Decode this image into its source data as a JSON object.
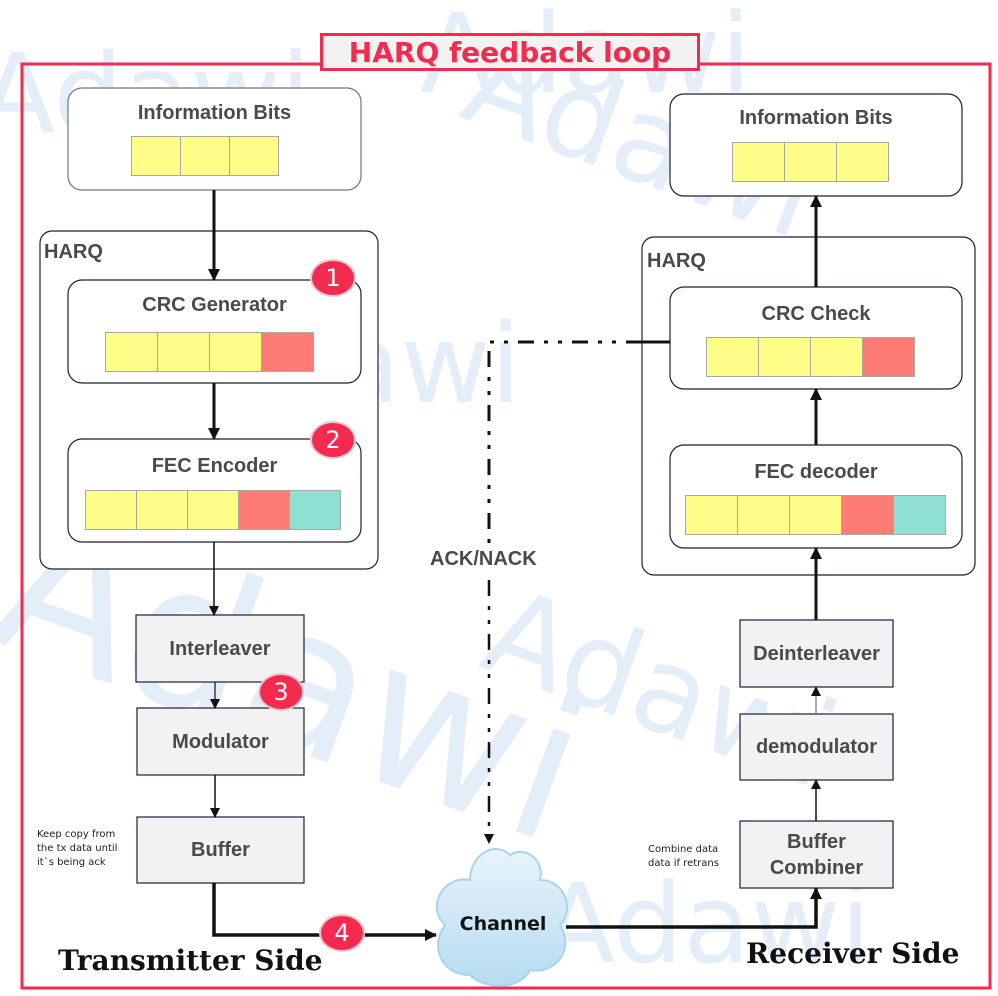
{
  "title": "HARQ feedback loop",
  "watermark": "Adawi",
  "colors": {
    "accent": "#f42a4f",
    "data_bit": "#fdfd87",
    "crc_bit": "#fe7c74",
    "fec_bit": "#8fe0d2",
    "block_fill": "#f2f2f2",
    "channel": "#bfe0f3"
  },
  "transmitter": {
    "side_label": "Transmitter Side",
    "info_bits": {
      "title": "Information Bits",
      "cells": [
        "data",
        "data",
        "data"
      ]
    },
    "harq_label": "HARQ",
    "crc_generator": {
      "title": "CRC Generator",
      "badge": "1",
      "cells": [
        "data",
        "data",
        "data",
        "crc"
      ]
    },
    "fec_encoder": {
      "title": "FEC Encoder",
      "badge": "2",
      "cells": [
        "data",
        "data",
        "data",
        "crc",
        "fec"
      ]
    },
    "interleaver": "Interleaver",
    "modulator": {
      "label": "Modulator",
      "badge": "3"
    },
    "buffer": "Buffer",
    "buffer_note": [
      "Keep copy from",
      "the tx data until",
      "it`s being ack"
    ],
    "tx_badge": "4"
  },
  "channel": "Channel",
  "feedback": "ACK/NACK",
  "receiver": {
    "side_label": "Receiver Side",
    "info_bits": {
      "title": "Information Bits",
      "cells": [
        "data",
        "data",
        "data"
      ]
    },
    "harq_label": "HARQ",
    "crc_check": {
      "title": "CRC Check",
      "cells": [
        "data",
        "data",
        "data",
        "crc"
      ]
    },
    "fec_decoder": {
      "title": "FEC decoder",
      "cells": [
        "data",
        "data",
        "data",
        "crc",
        "fec"
      ]
    },
    "deinterleaver": "Deinterleaver",
    "demodulator": "demodulator",
    "buffer_combiner": [
      "Buffer",
      "Combiner"
    ],
    "combiner_note": [
      "Combine data",
      "data if retrans"
    ]
  }
}
